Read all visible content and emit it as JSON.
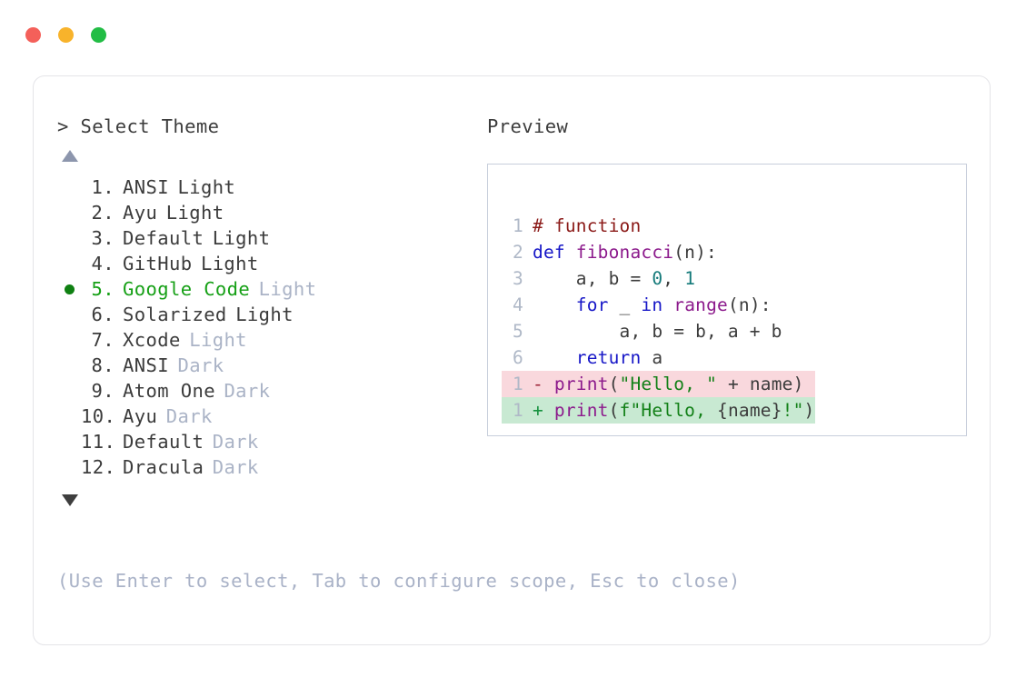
{
  "window": {
    "controls": [
      {
        "name": "close",
        "color": "#f4605a"
      },
      {
        "name": "minimize",
        "color": "#f8b32b"
      },
      {
        "name": "maximize",
        "color": "#22bd45"
      }
    ]
  },
  "prompt": {
    "title": "> Select Theme",
    "scroll_up_indicator": "▲",
    "scroll_down_indicator": "▼"
  },
  "themes": {
    "selected_index": 5,
    "items": [
      {
        "index": "1.",
        "name": "ANSI",
        "variant": "Light",
        "variant_muted": false,
        "selected": false
      },
      {
        "index": "2.",
        "name": "Ayu",
        "variant": "Light",
        "variant_muted": false,
        "selected": false
      },
      {
        "index": "3.",
        "name": "Default",
        "variant": "Light",
        "variant_muted": false,
        "selected": false
      },
      {
        "index": "4.",
        "name": "GitHub",
        "variant": "Light",
        "variant_muted": false,
        "selected": false
      },
      {
        "index": "5.",
        "name": "Google Code",
        "variant": "Light",
        "variant_muted": true,
        "selected": true
      },
      {
        "index": "6.",
        "name": "Solarized",
        "variant": "Light",
        "variant_muted": false,
        "selected": false
      },
      {
        "index": "7.",
        "name": "Xcode",
        "variant": "Light",
        "variant_muted": true,
        "selected": false
      },
      {
        "index": "8.",
        "name": "ANSI",
        "variant": "Dark",
        "variant_muted": true,
        "selected": false
      },
      {
        "index": "9.",
        "name": "Atom One",
        "variant": "Dark",
        "variant_muted": true,
        "selected": false
      },
      {
        "index": "10.",
        "name": "Ayu",
        "variant": "Dark",
        "variant_muted": true,
        "selected": false
      },
      {
        "index": "11.",
        "name": "Default",
        "variant": "Dark",
        "variant_muted": true,
        "selected": false
      },
      {
        "index": "12.",
        "name": "Dracula",
        "variant": "Dark",
        "variant_muted": true,
        "selected": false
      }
    ]
  },
  "preview": {
    "title": "Preview",
    "code_lines": [
      {
        "no": "1",
        "tokens": [
          {
            "t": "# function",
            "c": "tk-comment"
          }
        ]
      },
      {
        "no": "2",
        "tokens": [
          {
            "t": "def ",
            "c": "tk-keyword"
          },
          {
            "t": "fibonacci",
            "c": "tk-func"
          },
          {
            "t": "(n):",
            "c": "tk-punct"
          }
        ]
      },
      {
        "no": "3",
        "tokens": [
          {
            "t": "    a, b = ",
            "c": "tk-plain"
          },
          {
            "t": "0",
            "c": "tk-number"
          },
          {
            "t": ", ",
            "c": "tk-plain"
          },
          {
            "t": "1",
            "c": "tk-number"
          }
        ]
      },
      {
        "no": "4",
        "tokens": [
          {
            "t": "    ",
            "c": "tk-plain"
          },
          {
            "t": "for",
            "c": "tk-keyword"
          },
          {
            "t": " _ ",
            "c": "tk-plain"
          },
          {
            "t": "in",
            "c": "tk-keyword"
          },
          {
            "t": " ",
            "c": "tk-plain"
          },
          {
            "t": "range",
            "c": "tk-builtin"
          },
          {
            "t": "(n):",
            "c": "tk-punct"
          }
        ]
      },
      {
        "no": "5",
        "tokens": [
          {
            "t": "        a, b = b, a + b",
            "c": "tk-plain"
          }
        ]
      },
      {
        "no": "6",
        "tokens": [
          {
            "t": "    ",
            "c": "tk-plain"
          },
          {
            "t": "return",
            "c": "tk-keyword"
          },
          {
            "t": " a",
            "c": "tk-plain"
          }
        ]
      }
    ],
    "diff_lines": [
      {
        "no": "1",
        "kind": "minus",
        "mark": "-",
        "tokens": [
          {
            "t": "print",
            "c": "tk-builtin"
          },
          {
            "t": "(",
            "c": "tk-punct"
          },
          {
            "t": "\"Hello, \"",
            "c": "tk-string"
          },
          {
            "t": " + name)",
            "c": "tk-plain"
          }
        ]
      },
      {
        "no": "1",
        "kind": "plus",
        "mark": "+",
        "tokens": [
          {
            "t": "print",
            "c": "tk-builtin"
          },
          {
            "t": "(",
            "c": "tk-punct"
          },
          {
            "t": "f\"Hello, ",
            "c": "tk-string"
          },
          {
            "t": "{name}",
            "c": "tk-plain"
          },
          {
            "t": "!\"",
            "c": "tk-string"
          },
          {
            "t": ")",
            "c": "tk-punct"
          }
        ]
      }
    ]
  },
  "footer": {
    "hint": "(Use Enter to select, Tab to configure scope, Esc to close)"
  }
}
